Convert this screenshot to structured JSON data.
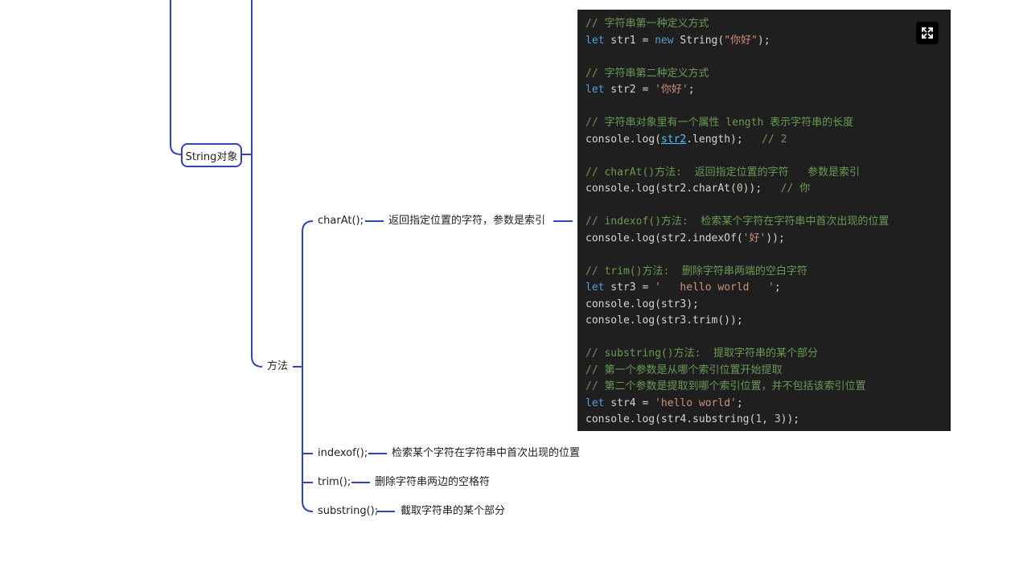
{
  "mindmap": {
    "root_label": "String对象",
    "branch_label": "方法",
    "items": [
      {
        "name": "charAt();",
        "desc": "返回指定位置的字符，参数是索引"
      },
      {
        "name": "indexof();",
        "desc": "检索某个字符在字符串中首次出现的位置"
      },
      {
        "name": "trim();",
        "desc": "删除字符串两边的空格符"
      },
      {
        "name": "substring();",
        "desc": "截取字符串的某个部分"
      }
    ]
  },
  "code": {
    "line1": "// 字符串第一种定义方式",
    "line2_kw": "let",
    "line2_a": " str1 = ",
    "line2_new": "new",
    "line2_b": " String(",
    "line2_str": "\"你好\"",
    "line2_c": ");",
    "line4": "// 字符串第二种定义方式",
    "line5_kw": "let",
    "line5_a": " str2 = ",
    "line5_str": "'你好'",
    "line5_c": ";",
    "line7": "// 字符串对象里有一个属性 length 表示字符串的长度",
    "line8_a": "console.log(",
    "line8_link": "str2",
    "line8_b": ".length);",
    "line8_cm": "   // 2",
    "line10": "// charAt()方法:  返回指定位置的字符   参数是索引",
    "line11_a": "console.log(str2.charAt(",
    "line11_num": "0",
    "line11_b": "));",
    "line11_cm": "   // 你",
    "line13": "// indexof()方法:  检索某个字符在字符串中首次出现的位置",
    "line14_a": "console.log(str2.indexOf(",
    "line14_str": "'好'",
    "line14_b": "));",
    "line16": "// trim()方法:  删除字符串两端的空白字符",
    "line17_kw": "let",
    "line17_a": " str3 = ",
    "line17_str": "'   hello world   '",
    "line17_b": ";",
    "line18": "console.log(str3);",
    "line19": "console.log(str3.trim());",
    "line21": "// substring()方法:  提取字符串的某个部分",
    "line22": "// 第一个参数是从哪个索引位置开始提取",
    "line23": "// 第二个参数是提取到哪个索引位置，并不包括该索引位置",
    "line24_kw": "let",
    "line24_a": " str4 = ",
    "line24_str": "'hello world'",
    "line24_b": ";",
    "line25_a": "console.log(str4.substring(",
    "line25_num1": "1",
    "line25_mid": ", ",
    "line25_num2": "3",
    "line25_b": "));"
  },
  "icons": {
    "expand": "expand-icon"
  },
  "colors": {
    "connector": "#2e44b8",
    "code_bg": "#1f1f1f",
    "comment": "#6a9955",
    "keyword": "#569cd6",
    "string": "#ce9178"
  }
}
